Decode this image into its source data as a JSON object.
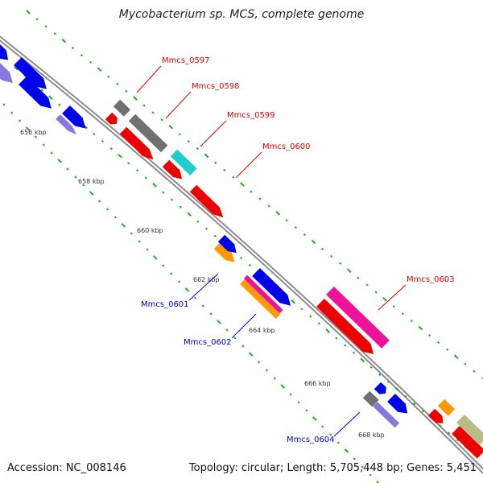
{
  "title": "Mycobacterium sp. MCS, complete genome",
  "footer": {
    "accession": "Accession: NC_008146",
    "summary": "Topology: circular; Length: 5,705,448 bp; Genes: 5,451"
  },
  "colors": {
    "backbone": "#8c8c8c",
    "gc_dots": "#22aa22",
    "label_red": "#dd0000",
    "label_blue": "#0000cc",
    "blue": "#0000ee",
    "red": "#ee0000",
    "grey": "#707070",
    "cyan": "#22cccc",
    "orange": "#ff9900",
    "magenta": "#ee1199",
    "lavender": "#8877dd",
    "olive": "#bbbb88"
  },
  "ticks": [
    "656 kbp",
    "658 kbp",
    "660 kbp",
    "662 kbp",
    "664 kbp",
    "666 kbp",
    "668 kbp"
  ],
  "genes": [
    "Mmcs_0597",
    "Mmcs_0598",
    "Mmcs_0599",
    "Mmcs_0600",
    "Mmcs_0601",
    "Mmcs_0602",
    "Mmcs_0603",
    "Mmcs_0604"
  ]
}
